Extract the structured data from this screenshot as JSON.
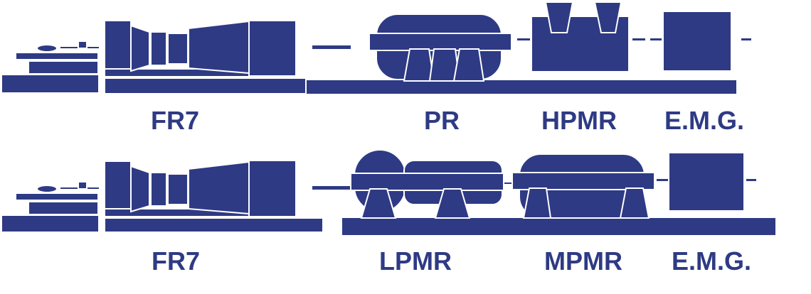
{
  "theme": {
    "machine_color": "#2e3a84",
    "gap_color": "#ffffff",
    "background": "#ffffff"
  },
  "row_top": {
    "labels": {
      "gas_turbine": "FR7",
      "pr": "PR",
      "hpmr": "HPMR",
      "emg": "E.M.G."
    }
  },
  "row_bottom": {
    "labels": {
      "gas_turbine": "FR7",
      "lpmr": "LPMR",
      "mpmr": "MPMR",
      "emg": "E.M.G."
    }
  }
}
